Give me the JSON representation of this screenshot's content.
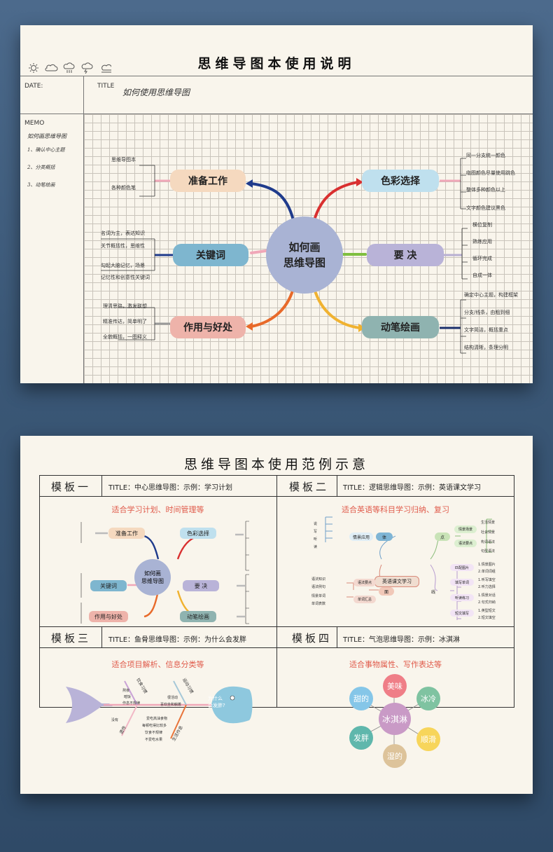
{
  "card1": {
    "title": "思维导图本使用说明",
    "date_label": "DATE:",
    "title_label": "TITLE",
    "title_value": "如何使用思维导图",
    "memo_label": "MEMO",
    "memo_lines": [
      "如何画思维导图",
      "1、确认中心主题",
      "2、分类概括",
      "3、动笔绘画"
    ],
    "center": [
      "如何画",
      "思维导图"
    ],
    "branches": {
      "prep": "准备工作",
      "keyword": "关键词",
      "benefit": "作用与好处",
      "color": "色彩选择",
      "tips": "要  决",
      "draw": "动笔绘画"
    },
    "notes": {
      "prep": [
        "思维导图本",
        "各种颜色笔"
      ],
      "keyword": [
        "名词为主，表达知识",
        "关节概括性，思维性",
        "勾起大脑记忆，场景",
        "记忆性和创意性关键词"
      ],
      "benefit": [
        "理清思路，激发联想",
        "精准传达，简单明了",
        "全貌概括，一图释义"
      ],
      "color": [
        "同一分支统一颜色",
        "临图颜色尽量使用跳色",
        "整体多种颜色以上",
        "文字颜色建议黑色"
      ],
      "tips": [
        "横位复制",
        "熟练应用",
        "循环完成",
        "自成一体"
      ],
      "draw": [
        "确定中心主题，构建框架",
        "分支/线条，由粗到细",
        "文字简洁，概括重点",
        "结构清晰，条理分明"
      ]
    }
  },
  "card2": {
    "title": "思维导图本使用范例示意",
    "templates": [
      {
        "name": "模板一",
        "title": "TITLE：中心思维导图：示例：学习计划",
        "subtitle": "适合学习计划、时间管理等"
      },
      {
        "name": "模板二",
        "title": "TITLE：逻辑思维导图：示例：英语课文学习",
        "subtitle": "适合英语等科目学习归纳、复习"
      },
      {
        "name": "模板三",
        "title": "TITLE：鱼骨思维导图：示例：为什么会发胖",
        "subtitle": "适合项目解析、信息分类等"
      },
      {
        "name": "模板四",
        "title": "TITLE：气泡思维导图：示例：冰淇淋",
        "subtitle": "适合事物属性、写作表达等"
      }
    ],
    "t1": {
      "center": [
        "如何画",
        "思维导图"
      ],
      "branches": [
        "准备工作",
        "关键词",
        "作用与好处",
        "色彩选择",
        "要  决",
        "动笔绘画"
      ]
    },
    "t2": {
      "center": "英语课文学习",
      "left_top": "体",
      "left_top_items": [
        "说",
        "写",
        "听",
        "读"
      ],
      "left_top_sub": "情景应用",
      "left_bottom": "面",
      "lb_sub": [
        "语法要点",
        "单词汇总"
      ],
      "lb_items": [
        "语法知识",
        "语法例句",
        "情景单词",
        "单词表数"
      ],
      "right_top": "点",
      "rt_sub": [
        "情景场景",
        "语法要点"
      ],
      "rt_items": [
        "生活情景",
        "社会情景",
        "构词语法",
        "句型语法"
      ],
      "right_bottom": "线",
      "rb_sub": [
        "匹配图片",
        "填写单词",
        "听读练习",
        "短文填写"
      ],
      "rb_items": [
        "1.情景图片",
        "2.单词词组",
        "1.听写填空",
        "2.听力选择",
        "1.情景对话",
        "2.句式归纳",
        "1.英型短文",
        "2.短文填空"
      ]
    },
    "t3": {
      "head": [
        "为什么",
        "会发胖?"
      ],
      "bones": [
        "饮食习惯",
        "运动习惯",
        "遗传",
        "生活作息"
      ],
      "items": [
        "熬夜",
        "暗饭",
        "作息不规律",
        "很活动",
        "喜欢坐和躺着",
        "没有",
        "爱吃高油食物",
        "每顿吃得比较多",
        "饮食不规律",
        "不爱吃水果"
      ]
    },
    "t4": {
      "center": "冰淇淋",
      "bubbles": [
        "美味",
        "冰冷",
        "顺滑",
        "湿的",
        "发胖",
        "甜的"
      ],
      "colors": [
        "#ef7e87",
        "#7fc3a1",
        "#f7d55b",
        "#ddc39a",
        "#5fb7ac",
        "#85c6e8"
      ]
    }
  }
}
